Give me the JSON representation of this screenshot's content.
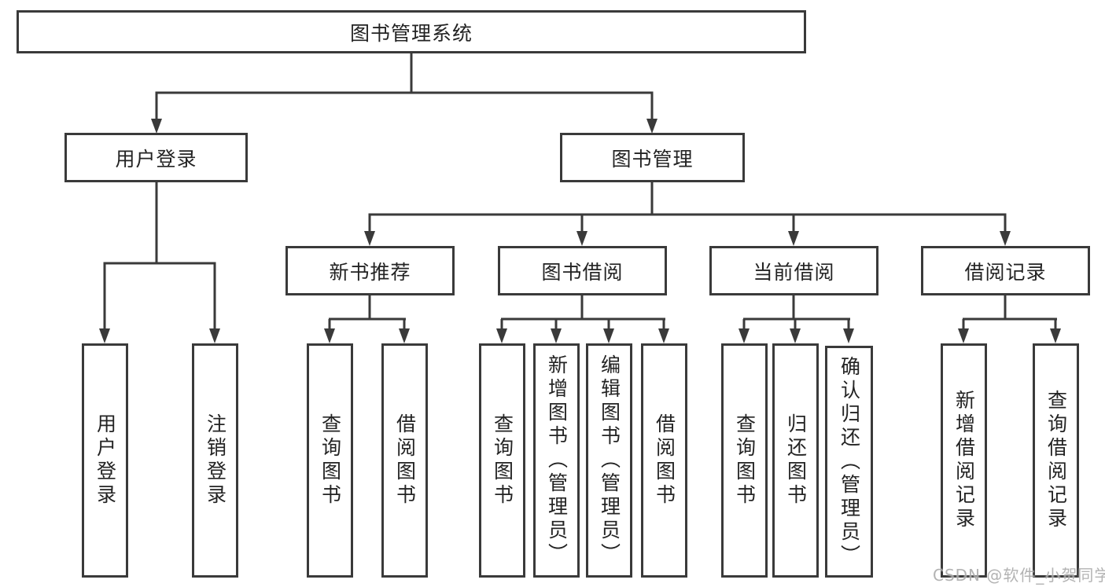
{
  "meta": {
    "diagram_type": "hierarchy-tree",
    "line_color": "#3a3a3a",
    "box_border_color": "#3a3a3a",
    "box_fill_color": "#ffffff",
    "text_color": "#232323",
    "watermark_color": "#ababab"
  },
  "tree": {
    "root": {
      "label": "图书管理系统",
      "children": [
        {
          "label": "用户登录",
          "children": [
            {
              "label": "用户登录"
            },
            {
              "label": "注销登录"
            }
          ]
        },
        {
          "label": "图书管理",
          "children": [
            {
              "label": "新书推荐",
              "children": [
                {
                  "label": "查询图书"
                },
                {
                  "label": "借阅图书"
                }
              ]
            },
            {
              "label": "图书借阅",
              "children": [
                {
                  "label": "查询图书"
                },
                {
                  "label": "新增图书（管理员）"
                },
                {
                  "label": "编辑图书（管理员）"
                },
                {
                  "label": "借阅图书"
                }
              ]
            },
            {
              "label": "当前借阅",
              "children": [
                {
                  "label": "查询图书"
                },
                {
                  "label": "归还图书"
                },
                {
                  "label": "确认归还（管理员）"
                }
              ]
            },
            {
              "label": "借阅记录",
              "children": [
                {
                  "label": "新增借阅记录"
                },
                {
                  "label": "查询借阅记录"
                }
              ]
            }
          ]
        }
      ]
    }
  },
  "watermark": {
    "text": "CSDN @软件_小贺同学"
  }
}
